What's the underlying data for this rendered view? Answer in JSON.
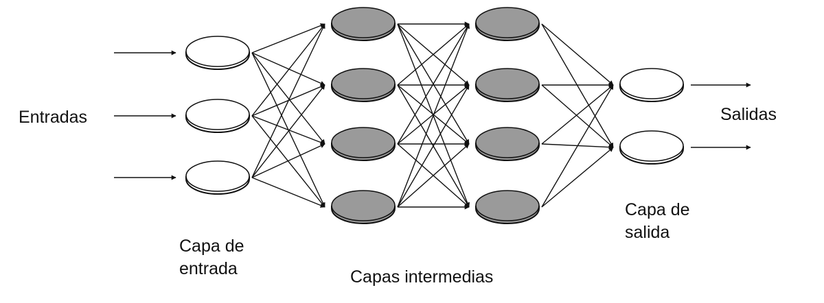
{
  "labels": {
    "inputs": "Entradas",
    "outputs": "Salidas",
    "input_layer": "Capa de\nentrada",
    "hidden_layers": "Capas intermedias",
    "output_layer": "Capa de\nsalida"
  },
  "network": {
    "input_arrows": 3,
    "layers": [
      {
        "id": "input",
        "neurons": 3,
        "fill": "#ffffff"
      },
      {
        "id": "hidden-1",
        "neurons": 4,
        "fill": "#9a9a9a"
      },
      {
        "id": "hidden-2",
        "neurons": 4,
        "fill": "#9a9a9a"
      },
      {
        "id": "output",
        "neurons": 2,
        "fill": "#ffffff"
      }
    ],
    "fully_connected": true,
    "output_arrows": 2
  },
  "colors": {
    "stroke": "#111111",
    "hidden_fill": "#9a9a9a",
    "io_fill": "#ffffff"
  }
}
